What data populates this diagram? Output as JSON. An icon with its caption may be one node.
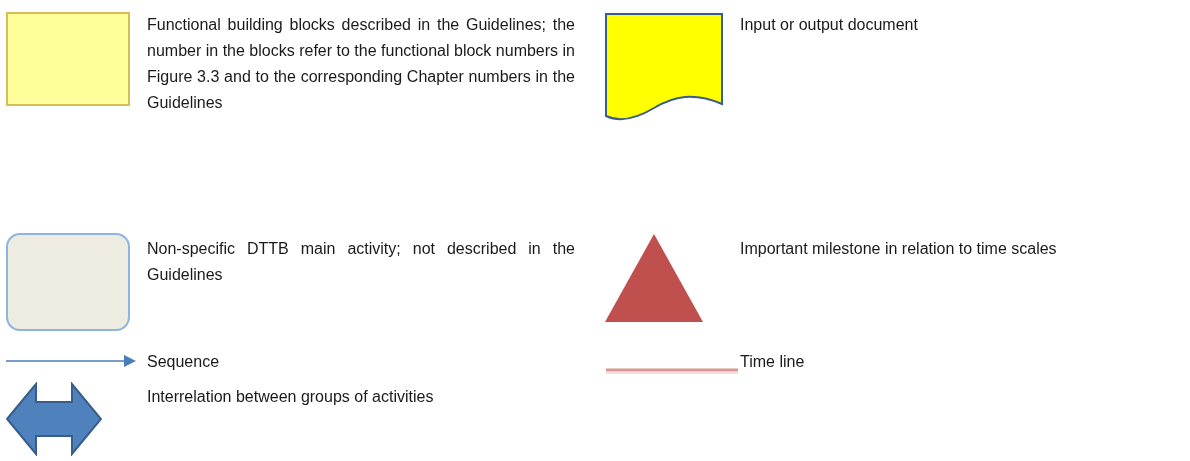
{
  "diagram": {
    "legend": [
      {
        "text": "Functional building blocks described in the Guidelines; the number in the blocks refer to the functional block numbers in Figure 3.3 and to the corresponding Chapter numbers in the Guidelines",
        "color": "#ffff99"
      },
      {
        "text": "Input or output document",
        "color": "#ffff00"
      },
      {
        "text": "Non-specific DTTB main activity; not described in the Guidelines",
        "color": "#eeece1"
      },
      {
        "text": "Important milestone in relation to time scales",
        "color": "#c0504d"
      },
      {
        "text": "Sequence"
      },
      {
        "text": "Time line"
      },
      {
        "text": "Interrelation between groups of activities",
        "color": "#4f81bd"
      }
    ]
  }
}
